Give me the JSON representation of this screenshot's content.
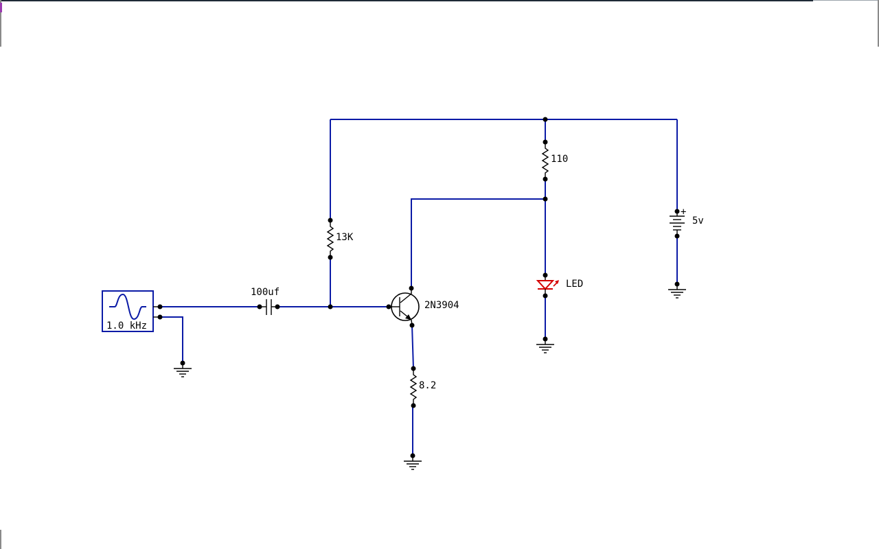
{
  "labels": {
    "resistor_supply": "110",
    "resistor_bias": "13K",
    "resistor_emitter": "8.2",
    "capacitor": "100uf",
    "transistor": "2N3904",
    "led": "LED",
    "battery": "5v",
    "battery_plus": "+",
    "generator_freq": "1.0 kHz"
  },
  "colors": {
    "wire": "#0a1aa6",
    "component": "#000000",
    "led": "#d40000",
    "generator_border": "#0a1aa6",
    "background": "#ffffff"
  },
  "icons": {
    "generator": "sine-wave-icon",
    "ground": "ground-icon",
    "battery": "battery-icon",
    "led": "led-icon",
    "transistor": "npn-transistor-icon"
  }
}
